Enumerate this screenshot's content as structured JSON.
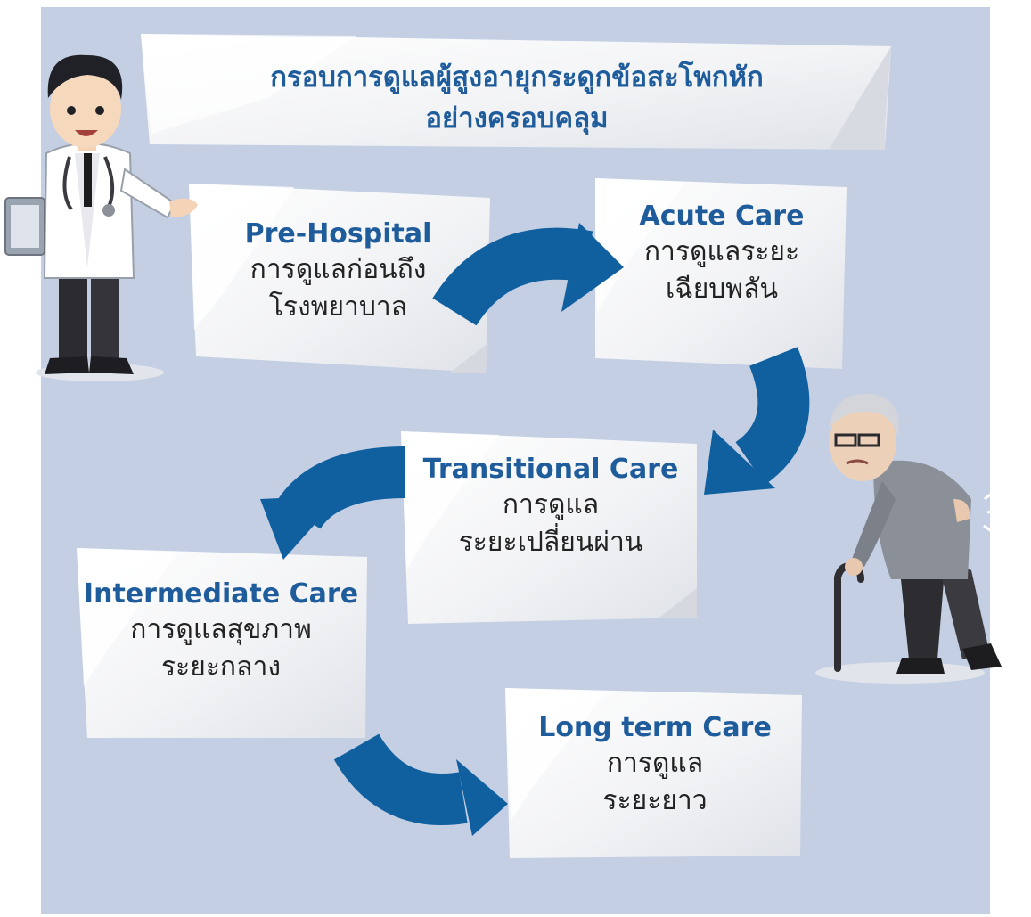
{
  "title": {
    "line1": "กรอบการดูแลผู้สูงอายุกระดูกข้อสะโพกหัก",
    "line2": "อย่างครอบคลุม"
  },
  "stages": [
    {
      "heading": "Pre-Hospital",
      "line1": "การดูแลก่อนถึง",
      "line2": "โรงพยาบาล"
    },
    {
      "heading": "Acute Care",
      "line1": "การดูแลระยะ",
      "line2": "เฉียบพลัน"
    },
    {
      "heading": "Transitional Care",
      "line1": "การดูแล",
      "line2": "ระยะเปลี่ยนผ่าน"
    },
    {
      "heading": "Intermediate Care",
      "line1": "การดูแลสุขภาพ",
      "line2": "ระยะกลาง"
    },
    {
      "heading": "Long term Care",
      "line1": "การดูแล",
      "line2": "ระยะยาว"
    }
  ],
  "colors": {
    "background": "#c4cfe4",
    "heading": "#1f5c9c",
    "arrow": "#10609f",
    "card": "#f3f4f6"
  },
  "illustrations": [
    "doctor-illustration",
    "elderly-patient-illustration"
  ]
}
